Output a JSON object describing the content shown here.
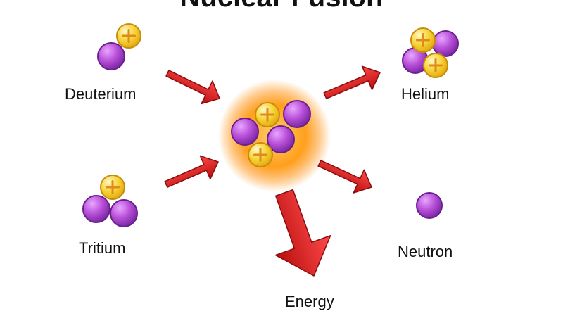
{
  "title": "Nuclear Fusion",
  "labels": {
    "deuterium": "Deuterium",
    "tritium": "Tritium",
    "helium": "Helium",
    "neutron": "Neutron",
    "energy": "Energy"
  },
  "colors": {
    "neutron": "#b84fd8",
    "proton": "#f7d53a",
    "proton_sign": "#e08a1a",
    "arrow": "#d81e1e",
    "glow": "#ff8a00"
  },
  "icons": {
    "proton": "plus-sign",
    "arrow": "red-arrow"
  }
}
